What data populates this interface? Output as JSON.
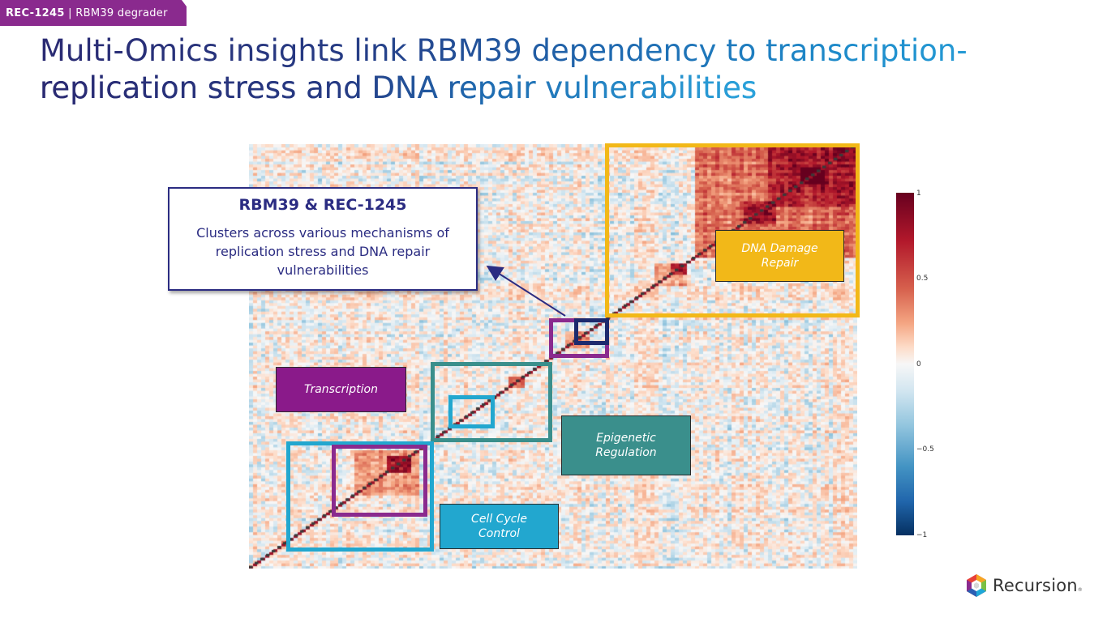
{
  "header": {
    "tag_bold": "REC-1245",
    "tag_separator": " | ",
    "tag_rest": "RBM39 degrader",
    "title_line1": "Multi-Omics insights link RBM39 dependency to transcription-",
    "title_line2": "replication stress and DNA repair vulnerabilities"
  },
  "callout": {
    "heading": "RBM39 & REC-1245",
    "body": "Clusters across various mechanisms of replication stress and DNA repair vulnerabilities"
  },
  "cluster_labels": {
    "dna_damage_repair": "DNA Damage Repair",
    "transcription": "Transcription",
    "epigenetic_regulation": "Epigenetic Regulation",
    "cell_cycle_control": "Cell Cycle Control"
  },
  "colors": {
    "tag": "#8a2a8e",
    "dna_damage_repair": "#f2b818",
    "transcription": "#8a2a8e",
    "epigenetic_regulation": "#3a8f8c",
    "cell_cycle_control": "#22a7cf",
    "rbm39_highlight": "#1d2a6e",
    "callout_text": "#2b2c82"
  },
  "colorbar": {
    "ticks": [
      "1",
      "0.5",
      "0",
      "−0.5",
      "−1"
    ],
    "min": -1,
    "max": 1,
    "colormap": "RdBu_r"
  },
  "chart_data": {
    "type": "heatmap",
    "title": "Gene dependency correlation clustermap",
    "value_range": [
      -1,
      1
    ],
    "diagonal": 1,
    "clusters": [
      {
        "name": "Cell Cycle Control",
        "color": "#22a7cf"
      },
      {
        "name": "Transcription",
        "color": "#8a2a8e"
      },
      {
        "name": "Epigenetic Regulation",
        "color": "#3a8f8c"
      },
      {
        "name": "RBM39 cluster",
        "color": "#1d2a6e"
      },
      {
        "name": "DNA Damage Repair",
        "color": "#f2b818"
      }
    ]
  },
  "logo": {
    "wordmark": "Recursion",
    "registered": "®"
  }
}
